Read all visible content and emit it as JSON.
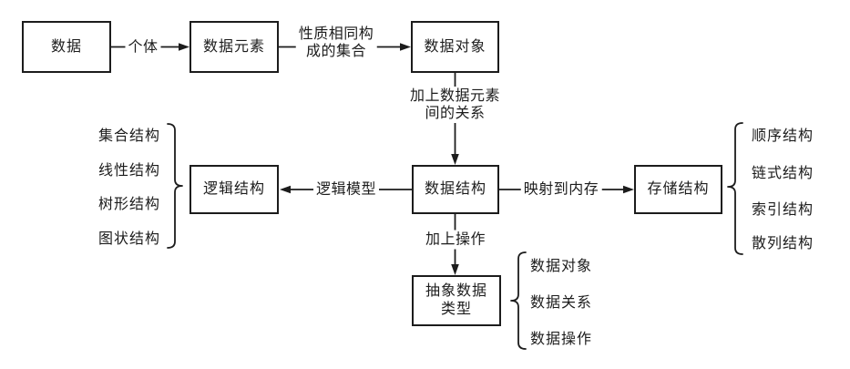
{
  "nodes": {
    "data": "数据",
    "data_element": "数据元素",
    "data_object": "数据对象",
    "logical_structure": "逻辑结构",
    "data_structure": "数据结构",
    "storage_structure": "存储结构",
    "abstract_data_type": "抽象数据\n类型"
  },
  "edges": {
    "individual": "个体",
    "homogeneous_set": "性质相同构\n成的集合",
    "add_relations": "加上数据元素\n间的关系",
    "logical_model": "逻辑模型",
    "map_to_memory": "映射到内存",
    "add_operations": "加上操作"
  },
  "logical_types": [
    "集合结构",
    "线性结构",
    "树形结构",
    "图状结构"
  ],
  "storage_types": [
    "顺序结构",
    "链式结构",
    "索引结构",
    "散列结构"
  ],
  "adt_parts": [
    "数据对象",
    "数据关系",
    "数据操作"
  ],
  "colors": {
    "line": "#1c1c1c",
    "background": "#ffffff"
  }
}
